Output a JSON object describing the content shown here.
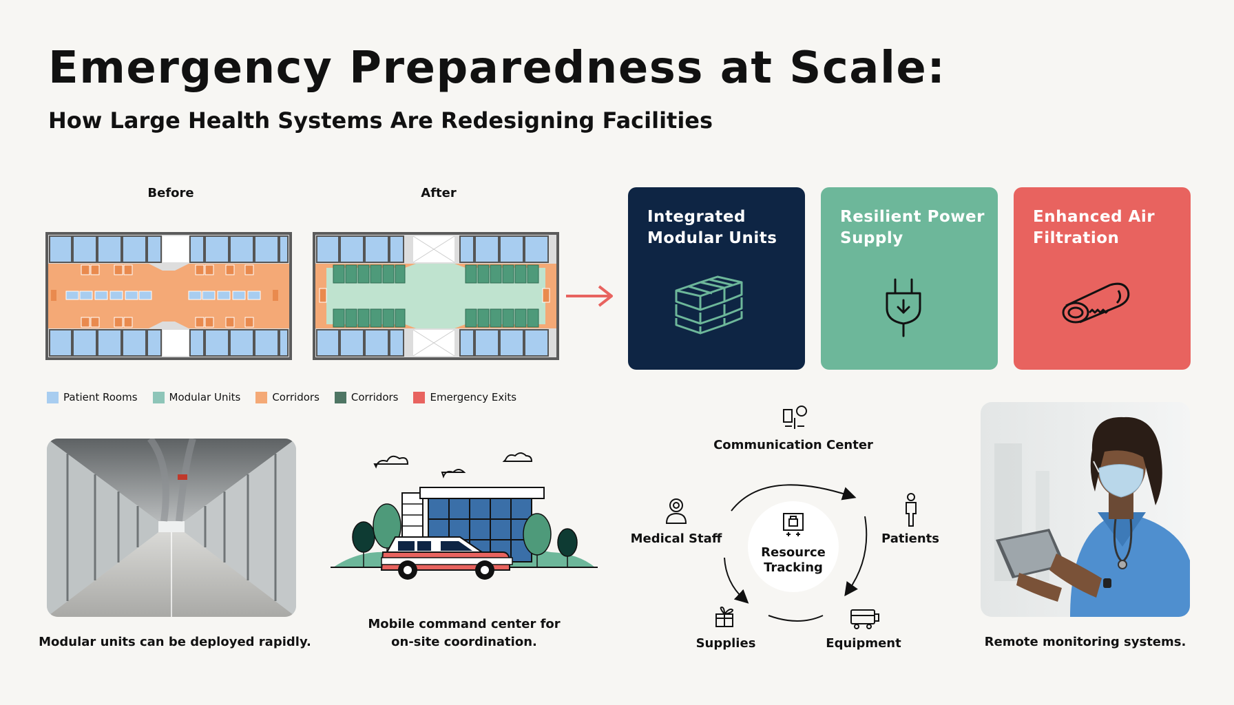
{
  "header": {
    "title": "Emergency Preparedness at Scale:",
    "subtitle": "How Large Health Systems Are Redesigning Facilities"
  },
  "plans": {
    "before_label": "Before",
    "after_label": "After"
  },
  "cards": [
    {
      "title": "Integrated Modular Units",
      "color": "#0e2544",
      "icon": "modular-blocks-icon"
    },
    {
      "title": "Resilient Power Supply",
      "color": "#6db79a",
      "icon": "power-plug-icon"
    },
    {
      "title": "Enhanced Air Filtration",
      "color": "#e8635f",
      "icon": "air-filter-icon"
    }
  ],
  "legend": [
    {
      "label": "Patient Rooms",
      "color": "#a8cdf0"
    },
    {
      "label": "Modular Units",
      "color": "#8ec5b8"
    },
    {
      "label": "Corridors",
      "color": "#f4a976"
    },
    {
      "label": "Corridors",
      "color": "#4e7563"
    },
    {
      "label": "Emergency Exits",
      "color": "#e8635f"
    }
  ],
  "captions": {
    "corridor": "Modular units can be deployed rapidly.",
    "mobile_line1": "Mobile command center for",
    "mobile_line2": "on-site coordination.",
    "remote": "Remote monitoring systems."
  },
  "cycle": {
    "center_line1": "Resource",
    "center_line2": "Tracking",
    "nodes": {
      "communication": "Communication Center",
      "medical_staff": "Medical Staff",
      "patients": "Patients",
      "supplies": "Supplies",
      "equipment": "Equipment"
    }
  },
  "colors": {
    "accent_arrow": "#e8635f",
    "corridor_orange": "#f4a976",
    "corridor_green": "#bfe3cf",
    "room_blue": "#a8cdf0",
    "modular_green": "#4e9a7a"
  }
}
